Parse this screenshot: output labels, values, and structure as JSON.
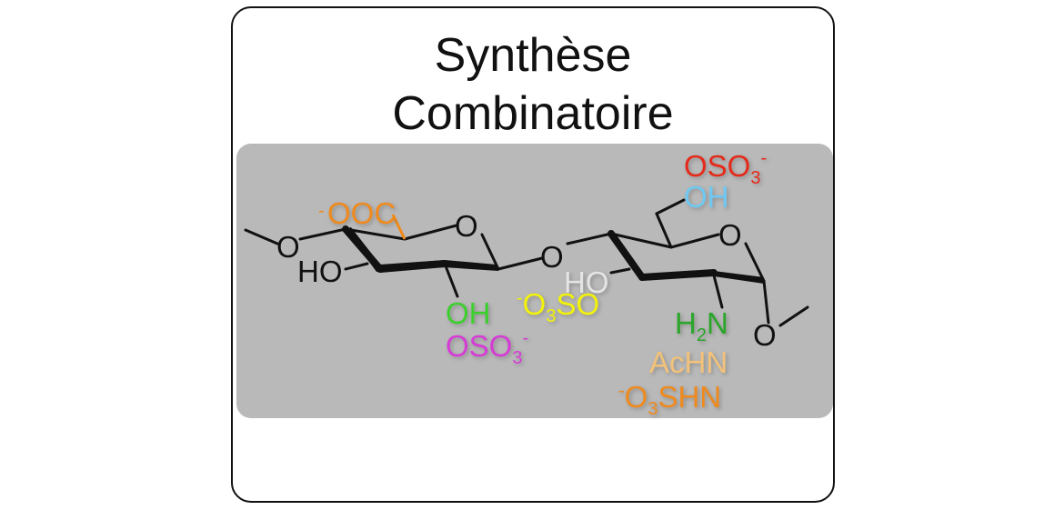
{
  "title": {
    "line1": "Synthèse",
    "line2": "Combinatoire"
  },
  "labels": {
    "ooc_charge": "-",
    "ooc": "OOC",
    "ring_o1": "O",
    "ring_o2": "O",
    "glyco_o": "O",
    "methoxy_o_left": "O",
    "methoxy_o_right": "O",
    "ho_left": "HO",
    "ho_right": "HO",
    "oh_green": "OH",
    "oso3_magenta": "OSO",
    "oso3_magenta_sub": "3",
    "oso3_magenta_sup": "-",
    "o3so_charge": "-",
    "o3so_o": "O",
    "o3so_sub": "3",
    "o3so_so": "SO",
    "oso3_red": "OSO",
    "oso3_red_sub": "3",
    "oso3_red_sup": "-",
    "oh_blue": "OH",
    "h2n_h": "H",
    "h2n_sub": "2",
    "h2n_n": "N",
    "achn": "AcHN",
    "o3shn_charge": "-",
    "o3shn_o": "O",
    "o3shn_sub": "3",
    "o3shn_shn": "SHN"
  },
  "colors": {
    "bond": "#111111",
    "ooc": "#f08a1c",
    "oh_green": "#3ccf2e",
    "oso3_magenta": "#d63bd6",
    "o3so_yellow": "#f2f20a",
    "ho_white": "#e4e4e4",
    "oso3_red": "#e52a1a",
    "oh_blue": "#6ec8f2",
    "h2n_green": "#2aa62a",
    "achn_tan": "#f2c27a",
    "o3shn_orange": "#f08a1c",
    "panel": "#b9b9b9"
  }
}
